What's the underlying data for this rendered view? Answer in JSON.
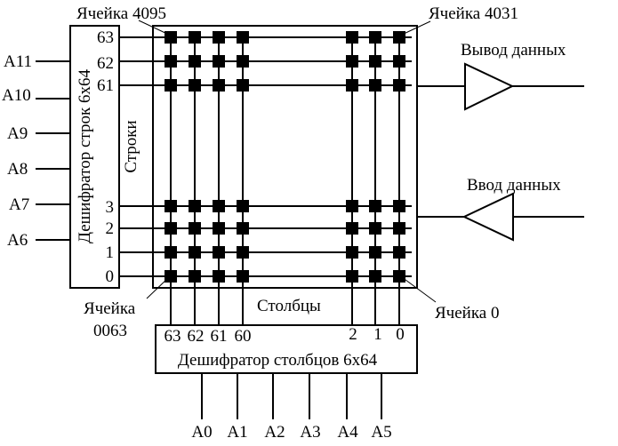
{
  "cell_labels": {
    "top_left": "Ячейка 4095",
    "top_right": "Ячейка 4031",
    "bottom_left_word": "Ячейка",
    "bottom_left_number": "0063",
    "bottom_right": "Ячейка 0"
  },
  "row_decoder": {
    "title": "Дешифратор строк 6х64",
    "rows_label": "Строки",
    "address_inputs": [
      "A11",
      "A10",
      "A9",
      "A8",
      "A7",
      "A6"
    ],
    "row_numbers_top": [
      "63",
      "62",
      "61"
    ],
    "row_numbers_bottom": [
      "3",
      "2",
      "1",
      "0"
    ]
  },
  "column_decoder": {
    "title": "Дешифратор столбцов 6х64",
    "columns_label": "Столбцы",
    "column_numbers_left": [
      "63",
      "62",
      "61",
      "60"
    ],
    "column_numbers_right": [
      "2",
      "1",
      "0"
    ],
    "address_inputs": [
      "A0",
      "A1",
      "A2",
      "A3",
      "A4",
      "A5"
    ]
  },
  "data_io": {
    "output_label": "Вывод данных",
    "input_label": "Ввод данных"
  }
}
